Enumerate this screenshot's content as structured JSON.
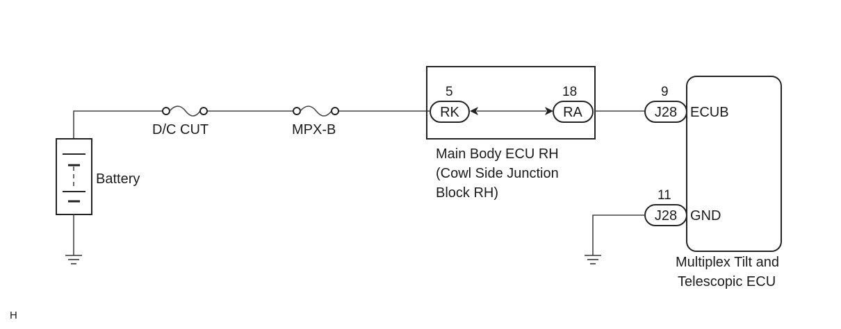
{
  "fuses": {
    "dc_cut": "D/C CUT",
    "mpx_b": "MPX-B"
  },
  "battery": {
    "label": "Battery"
  },
  "main_body_ecu": {
    "name_line1": "Main Body ECU RH",
    "name_line2": "(Cowl Side Junction",
    "name_line3": "Block RH)",
    "conn_left": {
      "code": "RK",
      "pin": "5"
    },
    "conn_right": {
      "code": "RA",
      "pin": "18"
    }
  },
  "tilt_ecu": {
    "name_line1": "Multiplex Tilt and",
    "name_line2": "Telescopic ECU",
    "terminals": [
      {
        "connector": "J28",
        "pin": "9",
        "name": "ECUB"
      },
      {
        "connector": "J28",
        "pin": "11",
        "name": "GND"
      }
    ]
  },
  "footer_code": "H"
}
